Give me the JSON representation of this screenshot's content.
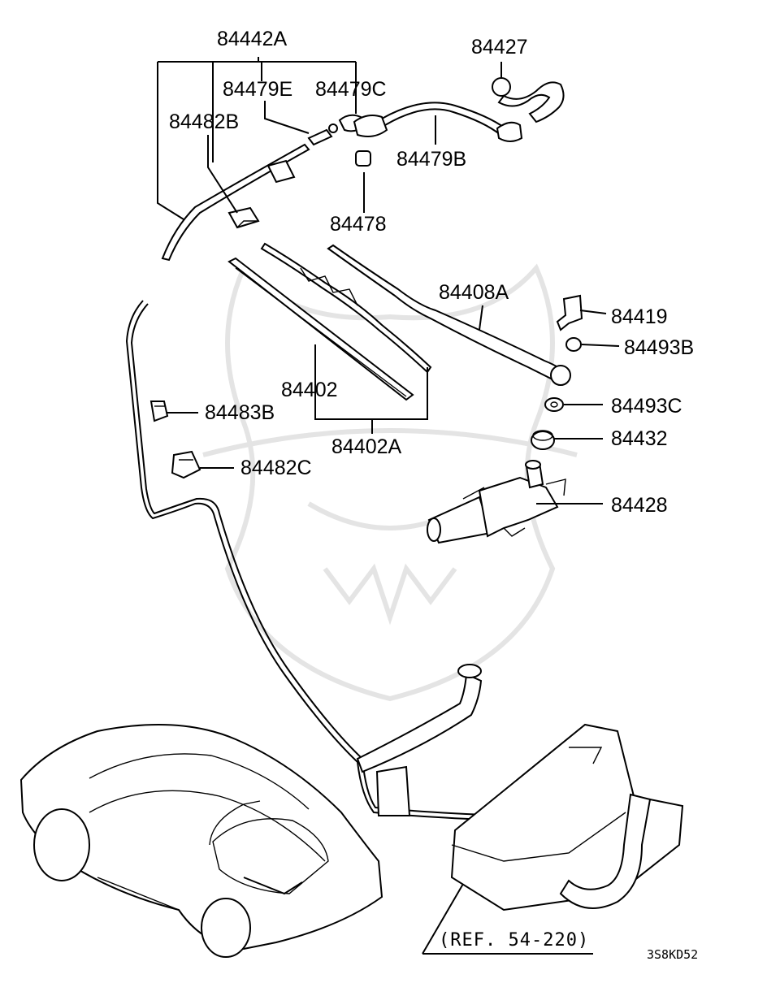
{
  "labels": {
    "p84442A": "84442A",
    "p84479E": "84479E",
    "p84479C": "84479C",
    "p84427": "84427",
    "p84482B": "84482B",
    "p84479B": "84479B",
    "p84478": "84478",
    "p84408A": "84408A",
    "p84419": "84419",
    "p84493B": "84493B",
    "p84402": "84402",
    "p84493C": "84493C",
    "p84483B": "84483B",
    "p84402A": "84402A",
    "p84432": "84432",
    "p84482C": "84482C",
    "p84428": "84428"
  },
  "reference": "(REF. 54-220)",
  "diagram_code": "3S8KD52"
}
